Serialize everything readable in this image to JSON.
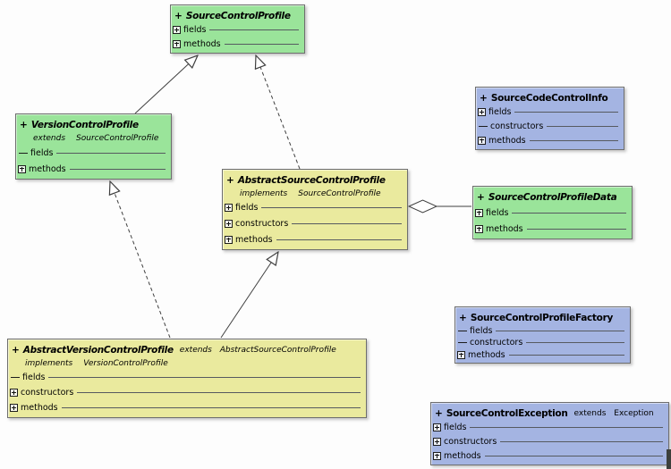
{
  "diagram": {
    "type": "uml-class-diagram",
    "colors": {
      "interface_green": "#9ae49a",
      "abstract_yellow": "#eaea9e",
      "class_blue": "#a4b4e2",
      "connector": "#3f3f3f"
    },
    "classes": {
      "scp": {
        "visibility": "+",
        "name": "SourceControlProfile",
        "style": "green-italic",
        "sections": [
          {
            "icon": "expand-icon",
            "label": "fields"
          },
          {
            "icon": "expand-icon",
            "label": "methods"
          }
        ]
      },
      "vcp": {
        "visibility": "+",
        "name": "VersionControlProfile",
        "style": "green-italic",
        "extends_keyword": "extends",
        "extends_target": "SourceControlProfile",
        "sections": [
          {
            "icon": "empty-dash",
            "label": "fields"
          },
          {
            "icon": "expand-icon",
            "label": "methods"
          }
        ]
      },
      "ascp": {
        "visibility": "+",
        "name": "AbstractSourceControlProfile",
        "style": "yellow-italic",
        "implements_keyword": "implements",
        "implements_target": "SourceControlProfile",
        "sections": [
          {
            "icon": "expand-icon",
            "label": "fields"
          },
          {
            "icon": "expand-icon",
            "label": "constructors"
          },
          {
            "icon": "expand-icon",
            "label": "methods"
          }
        ]
      },
      "scci": {
        "visibility": "+",
        "name": "SourceCodeControlInfo",
        "style": "blue",
        "sections": [
          {
            "icon": "expand-icon",
            "label": "fields"
          },
          {
            "icon": "empty-dash",
            "label": "constructors"
          },
          {
            "icon": "expand-icon",
            "label": "methods"
          }
        ]
      },
      "scpd": {
        "visibility": "+",
        "name": "SourceControlProfileData",
        "style": "green-italic",
        "sections": [
          {
            "icon": "expand-icon",
            "label": "fields"
          },
          {
            "icon": "expand-icon",
            "label": "methods"
          }
        ]
      },
      "avcp": {
        "visibility": "+",
        "name": "AbstractVersionControlProfile",
        "style": "yellow-italic",
        "extends_keyword": "extends",
        "extends_target": "AbstractSourceControlProfile",
        "implements_keyword": "implements",
        "implements_target": "VersionControlProfile",
        "sections": [
          {
            "icon": "empty-dash",
            "label": "fields"
          },
          {
            "icon": "expand-icon",
            "label": "constructors"
          },
          {
            "icon": "expand-icon",
            "label": "methods"
          }
        ]
      },
      "scpf": {
        "visibility": "+",
        "name": "SourceControlProfileFactory",
        "style": "blue",
        "sections": [
          {
            "icon": "empty-dash",
            "label": "fields"
          },
          {
            "icon": "empty-dash",
            "label": "constructors"
          },
          {
            "icon": "expand-icon",
            "label": "methods"
          }
        ]
      },
      "sce": {
        "visibility": "+",
        "name": "SourceControlException",
        "style": "blue",
        "extends_keyword": "extends",
        "extends_target": "Exception",
        "sections": [
          {
            "icon": "expand-icon",
            "label": "fields"
          },
          {
            "icon": "expand-icon",
            "label": "constructors"
          },
          {
            "icon": "expand-icon",
            "label": "methods"
          }
        ]
      }
    },
    "relationships": [
      {
        "from": "VersionControlProfile",
        "to": "SourceControlProfile",
        "type": "generalization",
        "line": "solid",
        "arrow": "hollow-triangle"
      },
      {
        "from": "AbstractSourceControlProfile",
        "to": "SourceControlProfile",
        "type": "realization",
        "line": "dashed",
        "arrow": "hollow-triangle"
      },
      {
        "from": "AbstractVersionControlProfile",
        "to": "VersionControlProfile",
        "type": "realization",
        "line": "dashed",
        "arrow": "hollow-triangle"
      },
      {
        "from": "AbstractVersionControlProfile",
        "to": "AbstractSourceControlProfile",
        "type": "generalization",
        "line": "solid",
        "arrow": "hollow-triangle"
      },
      {
        "from": "AbstractSourceControlProfile",
        "to": "SourceControlProfileData",
        "type": "aggregation",
        "line": "solid",
        "arrow": "hollow-diamond"
      }
    ]
  }
}
